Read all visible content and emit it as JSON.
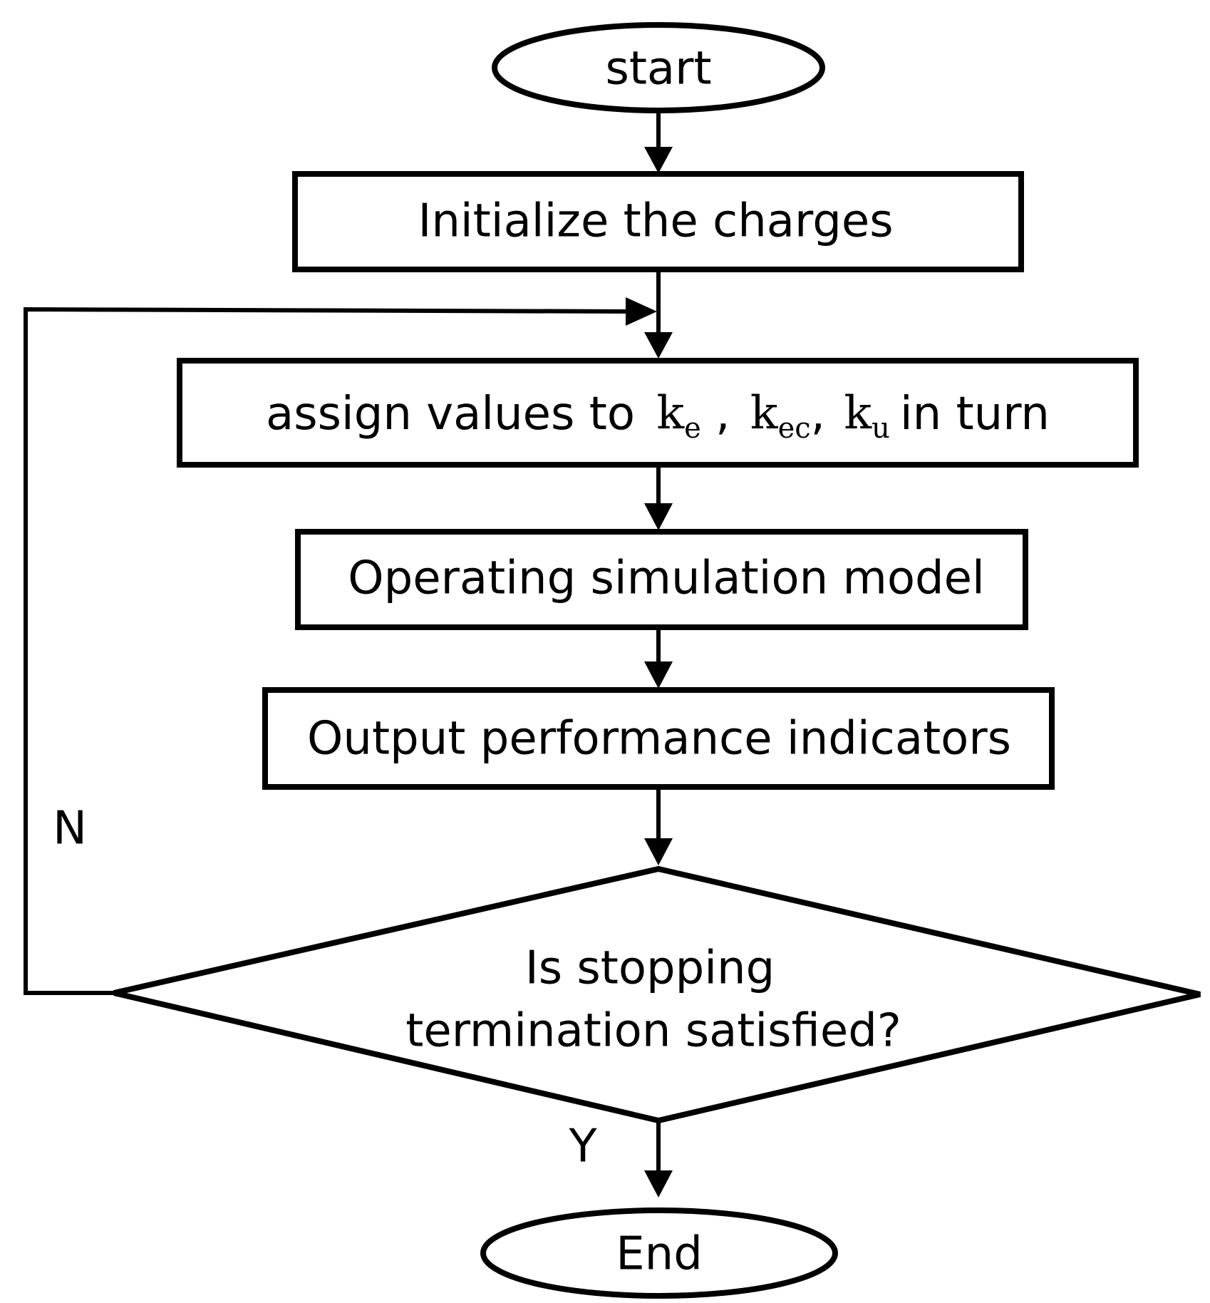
{
  "nodes": {
    "start": {
      "label": "start"
    },
    "initialize": {
      "label": "Initialize the charges"
    },
    "assign": {
      "prefix": "assign values to",
      "var1_base": "k",
      "var1_sub": "e",
      "sep1": " ,",
      "var2_base": "k",
      "var2_sub": "ec",
      "sep2": ",",
      "var3_base": "k",
      "var3_sub": "u",
      "suffix": "in turn"
    },
    "simulate": {
      "label": "Operating simulation model"
    },
    "output": {
      "label": "Output performance indicators"
    },
    "decision": {
      "line1": "Is stopping",
      "line2": "termination satisfied?"
    },
    "end": {
      "label": "End"
    }
  },
  "edges": {
    "no_label": "N",
    "yes_label": "Y"
  },
  "colors": {
    "stroke": "#000000",
    "fill": "#ffffff",
    "text": "#000000"
  }
}
